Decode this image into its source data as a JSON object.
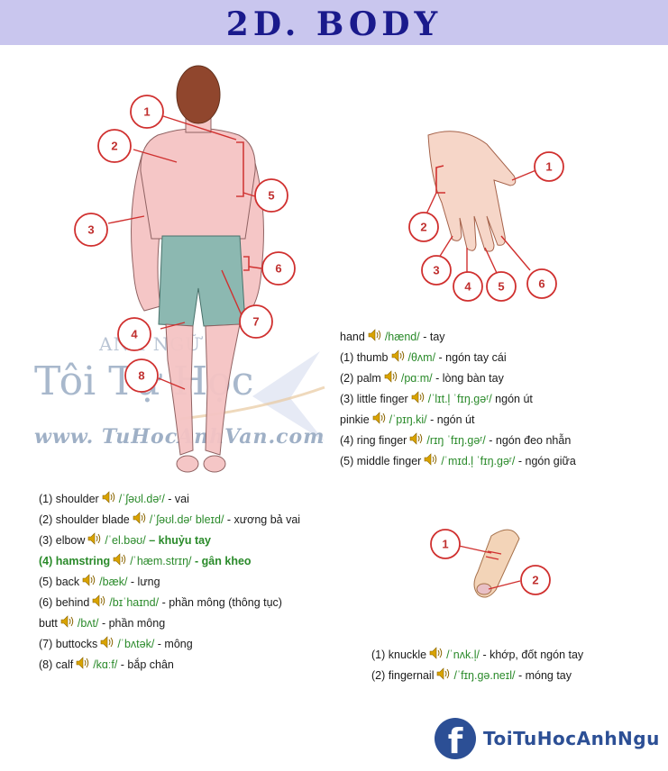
{
  "title": "2D. BODY",
  "watermark": {
    "brand": "ANH NGỮ",
    "main": "Tôi Tự Học",
    "url": "www. TuHocAnhVan.com"
  },
  "footer": {
    "fb_glyph": "f",
    "page_name": "ToiTuHocAnhNgu"
  },
  "icons": {
    "speaker": "speaker-icon",
    "facebook": "facebook-logo-icon"
  },
  "body_callouts": [
    "1",
    "2",
    "3",
    "4",
    "5",
    "6",
    "7",
    "8"
  ],
  "hand_callouts": [
    "1",
    "2",
    "3",
    "4",
    "5",
    "6"
  ],
  "finger_callouts": [
    "1",
    "2"
  ],
  "hand_vocab": [
    {
      "word": "hand",
      "ipa": "/hænd/",
      "meaning": "- tay"
    },
    {
      "word": "(1) thumb",
      "ipa": "/θʌm/",
      "meaning": "- ngón tay cái"
    },
    {
      "word": "(2) palm",
      "ipa": "/pɑːm/",
      "meaning": "- lòng bàn tay"
    },
    {
      "word": "(3) little finger",
      "ipa": "/ˈlɪt.l̩ ˈfɪŋ.gəʳ/",
      "meaning": "ngón út"
    },
    {
      "word": "pinkie",
      "ipa": "/ˈpɪŋ.ki/",
      "meaning": "- ngón út"
    },
    {
      "word": "(4) ring finger",
      "ipa": "/rɪŋ ˈfɪŋ.gəʳ/",
      "meaning": "- ngón đeo nhẫn"
    },
    {
      "word": "(5) middle finger",
      "ipa": "/ˈmɪd.l̩ ˈfɪŋ.gəʳ/",
      "meaning": "- ngón giữa"
    }
  ],
  "body_vocab": [
    {
      "word": "(1) shoulder",
      "ipa": "/ˈʃəʊl.dəʳ/",
      "meaning": "- vai"
    },
    {
      "word": "(2) shoulder blade",
      "ipa": "/ˈʃəʊl.dəʳ bleɪd/",
      "meaning": "- xương bả vai"
    },
    {
      "word": "(3) elbow",
      "ipa": "/ˈel.bəʊ/",
      "meaning": "– khuỷu tay"
    },
    {
      "word": "(4) hamstring",
      "ipa": "/ˈhæm.strɪŋ/",
      "meaning": "- gân kheo"
    },
    {
      "word": "(5) back",
      "ipa": "/bæk/",
      "meaning": "- lưng"
    },
    {
      "word": "(6) behind",
      "ipa": "/bɪˈhaɪnd/",
      "meaning": "- phần mông (thông tục)"
    },
    {
      "word": "butt",
      "ipa": "/bʌt/",
      "meaning": "- phần mông"
    },
    {
      "word": "(7) buttocks",
      "ipa": "/ˈbʌtək/",
      "meaning": "- mông"
    },
    {
      "word": "(8) calf",
      "ipa": "/kɑːf/",
      "meaning": "- bắp chân"
    }
  ],
  "finger_vocab": [
    {
      "word": "(1) knuckle",
      "ipa": "/ˈnʌk.l̩/",
      "meaning": "- khớp, đốt ngón tay"
    },
    {
      "word": "(2) fingernail",
      "ipa": "/ˈfɪŋ.gə.neɪl/",
      "meaning": "- móng tay"
    }
  ]
}
